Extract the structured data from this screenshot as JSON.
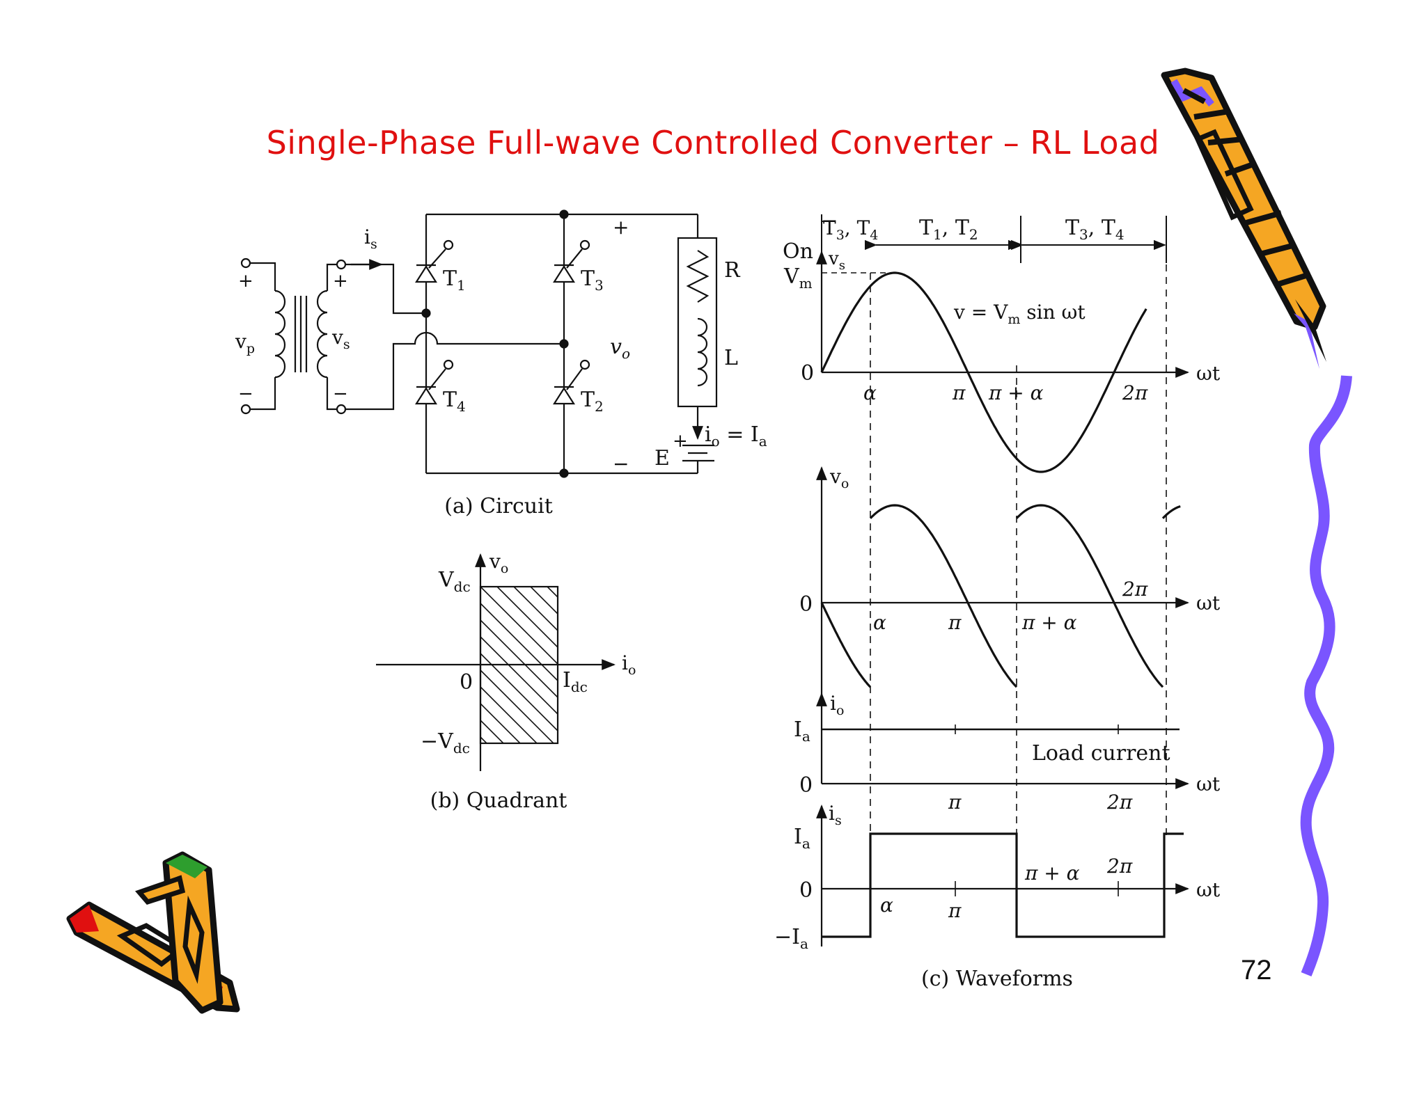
{
  "title": "Single-Phase Full-wave Controlled Converter – RL Load",
  "page_number": "72",
  "circuit": {
    "caption": "(a) Circuit",
    "labels": {
      "vp": "v",
      "vp_sub": "p",
      "vs": "v",
      "vs_sub": "s",
      "is": "i",
      "is_sub": "s",
      "plus": "+",
      "minus": "−",
      "T1": "T",
      "T1_sub": "1",
      "T2": "T",
      "T2_sub": "2",
      "T3": "T",
      "T3_sub": "3",
      "T4": "T",
      "T4_sub": "4",
      "R": "R",
      "L": "L",
      "vo": "v",
      "vo_sub": "o",
      "io_eq": "i",
      "io_eq_sub": "o",
      "io_eq_rest": " = I",
      "io_eq_sub2": "a",
      "E": "E"
    }
  },
  "quadrant": {
    "caption": "(b) Quadrant",
    "vo": "v",
    "vo_sub": "o",
    "io": "i",
    "io_sub": "o",
    "vdc": "V",
    "vdc_sub": "dc",
    "neg_vdc": "−V",
    "neg_vdc_sub": "dc",
    "idc": "I",
    "idc_sub": "dc",
    "zero": "0"
  },
  "waveforms": {
    "caption": "(c) Waveforms",
    "on_label": "On",
    "conduction": [
      "T3, T4",
      "T1, T2",
      "T3, T4"
    ],
    "panel1": {
      "vs": "v",
      "vs_sub": "s",
      "vm": "V",
      "vm_sub": "m",
      "zero": "0",
      "eq": "v = V",
      "eq_sub": "m",
      "eq_rest": " sin ωt",
      "ticks": [
        "α",
        "π",
        "π + α",
        "2π"
      ],
      "axis": "ωt"
    },
    "panel2": {
      "vo": "v",
      "vo_sub": "o",
      "zero": "0",
      "ticks": [
        "α",
        "π",
        "π + α",
        "2π"
      ],
      "axis": "ωt"
    },
    "panel3": {
      "io": "i",
      "io_sub": "o",
      "ia": "I",
      "ia_sub": "a",
      "zero": "0",
      "note": "Load current",
      "ticks": [
        "π",
        "2π"
      ],
      "axis": "ωt"
    },
    "panel4": {
      "is": "i",
      "is_sub": "s",
      "ia": "I",
      "ia_sub": "a",
      "neg_ia": "−I",
      "neg_ia_sub": "a",
      "zero": "0",
      "ticks": [
        "α",
        "π",
        "π + α",
        "2π"
      ],
      "axis": "ωt"
    }
  }
}
